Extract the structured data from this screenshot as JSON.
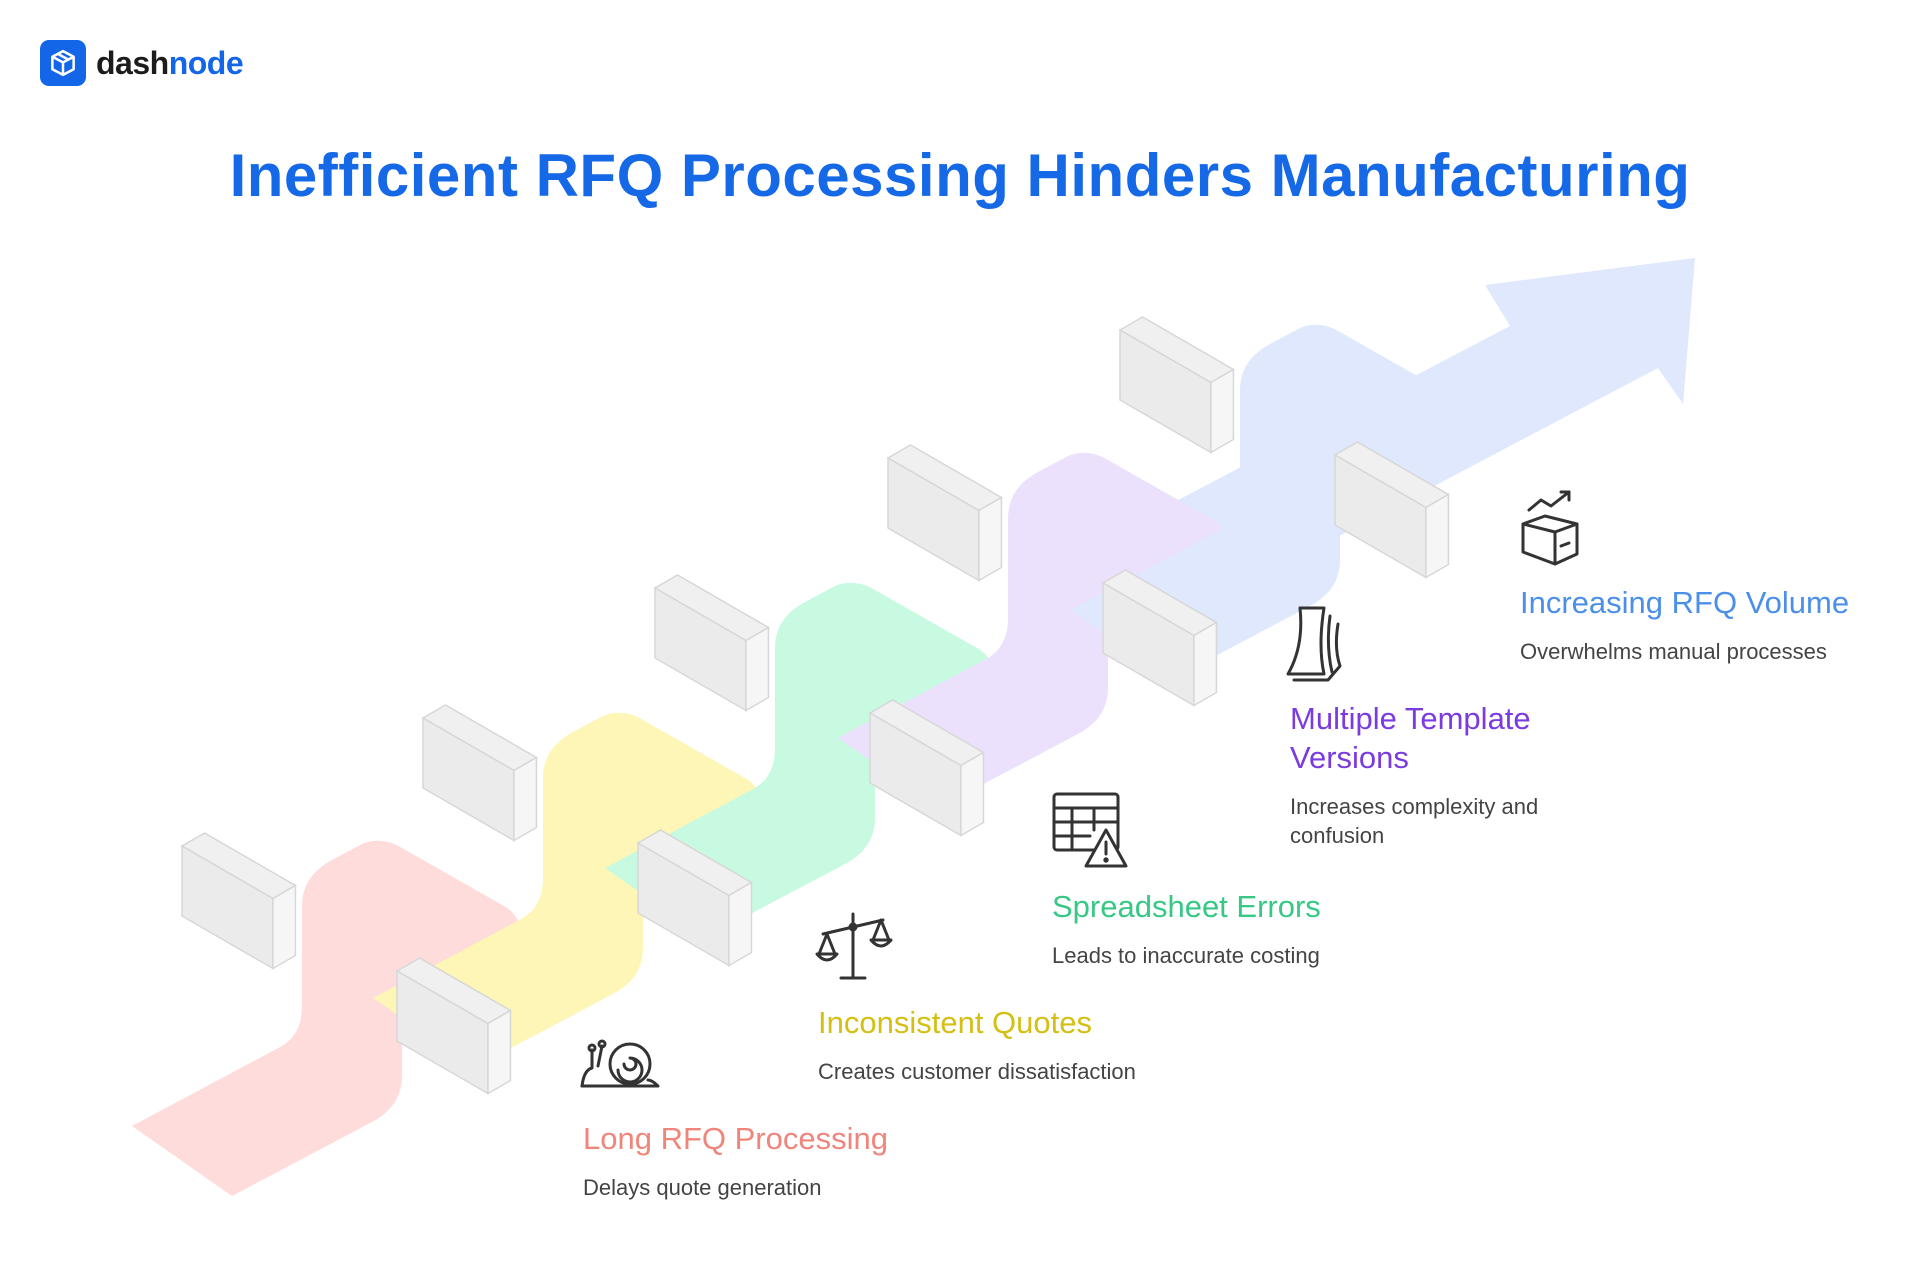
{
  "brand": {
    "name_part1": "dash",
    "name_part2": "node",
    "icon": "cube-icon",
    "color": "#1366e8"
  },
  "title": "Inefficient RFQ Processing Hinders Manufacturing",
  "colors": {
    "title": "#1568e6",
    "block": "#ebebeb",
    "block_stroke": "#d7d7d7",
    "arrow": "#dfe8fc"
  },
  "steps": [
    {
      "label": "Long RFQ Processing",
      "description": "Delays quote generation",
      "icon": "snail-icon",
      "color": "#f0857b",
      "ribbon": "#fddcdb"
    },
    {
      "label": "Inconsistent Quotes",
      "description": "Creates customer dissatisfaction",
      "icon": "scales-icon",
      "color": "#d4bf12",
      "ribbon": "#fdf6b6"
    },
    {
      "label": "Spreadsheet Errors",
      "description": "Leads to inaccurate costing",
      "icon": "spreadsheet-warning-icon",
      "color": "#38c886",
      "ribbon": "#c8fae1"
    },
    {
      "label": "Multiple Template Versions",
      "description": "Increases complexity and confusion",
      "icon": "documents-icon",
      "color": "#7b3be0",
      "ribbon": "#ebe1fc"
    },
    {
      "label": "Increasing RFQ Volume",
      "description": "Overwhelms manual processes",
      "icon": "box-growth-icon",
      "color": "#4b8fe8",
      "ribbon": "#dfe8fc"
    }
  ]
}
